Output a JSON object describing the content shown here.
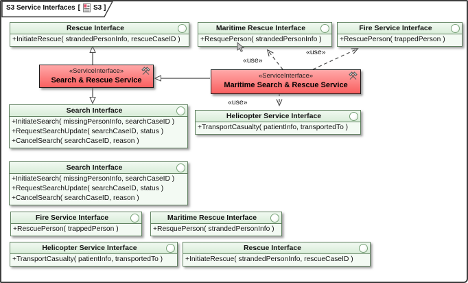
{
  "frame": {
    "title": "S3 Service Interfaces",
    "bracket": "[",
    "context": "S3 ]"
  },
  "labels": {
    "use": "«use»"
  },
  "colors": {
    "interface_fill": "#f3faf3",
    "interface_header": "#d9edd9",
    "interface_border": "#5f805f",
    "service_red_top": "#ffa8a8",
    "service_red_bottom": "#f96060",
    "edge": "#4a4a4a"
  },
  "services": {
    "search_rescue": {
      "stereotype": "«ServiceInterface»",
      "name": "Search & Rescue Service"
    },
    "maritime": {
      "stereotype": "«ServiceInterface»",
      "name": "Maritime Search & Rescue Service"
    }
  },
  "interfaces": {
    "rescue_top": {
      "title": "Rescue Interface",
      "ops": [
        "+InitiateRescue( strandedPersonInfo, rescueCaseID )"
      ]
    },
    "maritime_rescue_top": {
      "title": "Maritime Rescue Interface",
      "ops": [
        "+ResquePerson( strandedPersonInfo )"
      ]
    },
    "fire_top": {
      "title": "Fire Service Interface",
      "ops": [
        "+RescuePerson( trappedPerson )"
      ]
    },
    "search_1": {
      "title": "Search Interface",
      "ops": [
        "+InitiateSearch( missingPersonInfo, searchCaseID )",
        "+RequestSearchUpdate( searchCaseID, status )",
        "+CancelSearch( searchCaseID, reason )"
      ]
    },
    "helicopter_mid": {
      "title": "Helicopter Service Interface",
      "ops": [
        "+TransportCasualty( patientInfo, transportedTo )"
      ]
    },
    "search_2": {
      "title": "Search Interface",
      "ops": [
        "+InitiateSearch( missingPersonInfo, searchCaseID )",
        "+RequestSearchUpdate( searchCaseID, status )",
        "+CancelSearch( searchCaseID, reason )"
      ]
    },
    "fire_bottom": {
      "title": "Fire Service Interface",
      "ops": [
        "+RescuePerson( trappedPerson )"
      ]
    },
    "maritime_rescue_bottom": {
      "title": "Maritime Rescue Interface",
      "ops": [
        "+ResquePerson( strandedPersonInfo )"
      ]
    },
    "helicopter_bottom": {
      "title": "Helicopter Service Interface",
      "ops": [
        "+TransportCasualty( patientInfo, transportedTo )"
      ]
    },
    "rescue_bottom": {
      "title": "Rescue Interface",
      "ops": [
        "+InitiateRescue( strandedPersonInfo, rescueCaseID )"
      ]
    }
  }
}
